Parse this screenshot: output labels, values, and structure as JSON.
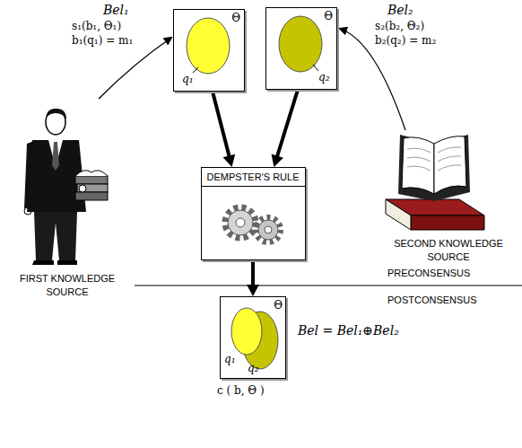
{
  "diagram": {
    "nodes": [
      {
        "text": [
          "Θ",
          "q₁"
        ]
      },
      {
        "text": [
          "Θ",
          "q₂"
        ]
      },
      {
        "text": [
          "DEMPSTER'S RULE"
        ]
      },
      {
        "text": [
          "Θ",
          "q₁",
          "q₂"
        ]
      }
    ],
    "edges": [
      {
        "from": 0,
        "to": 2,
        "arrow": "to"
      },
      {
        "from": 1,
        "to": 2,
        "arrow": "to"
      },
      {
        "from": 2,
        "to": 3,
        "arrow": "to"
      }
    ],
    "labels": [
      "Bel₁",
      "s₁(b₁, Θ₁)",
      "b₁(q₁) = m₁",
      "Bel₂",
      "s₂(b₂, Θ₂)",
      "b₂(q₂) = m₂",
      "FIRST KNOWLEDGE SOURCE",
      "SECOND KNOWLEDGE SOURCE",
      "PRECONSENSUS",
      "POSTCONSENSUS",
      "c ( b, Θ )",
      "Bel = Bel₁⊕Bel₂"
    ]
  }
}
